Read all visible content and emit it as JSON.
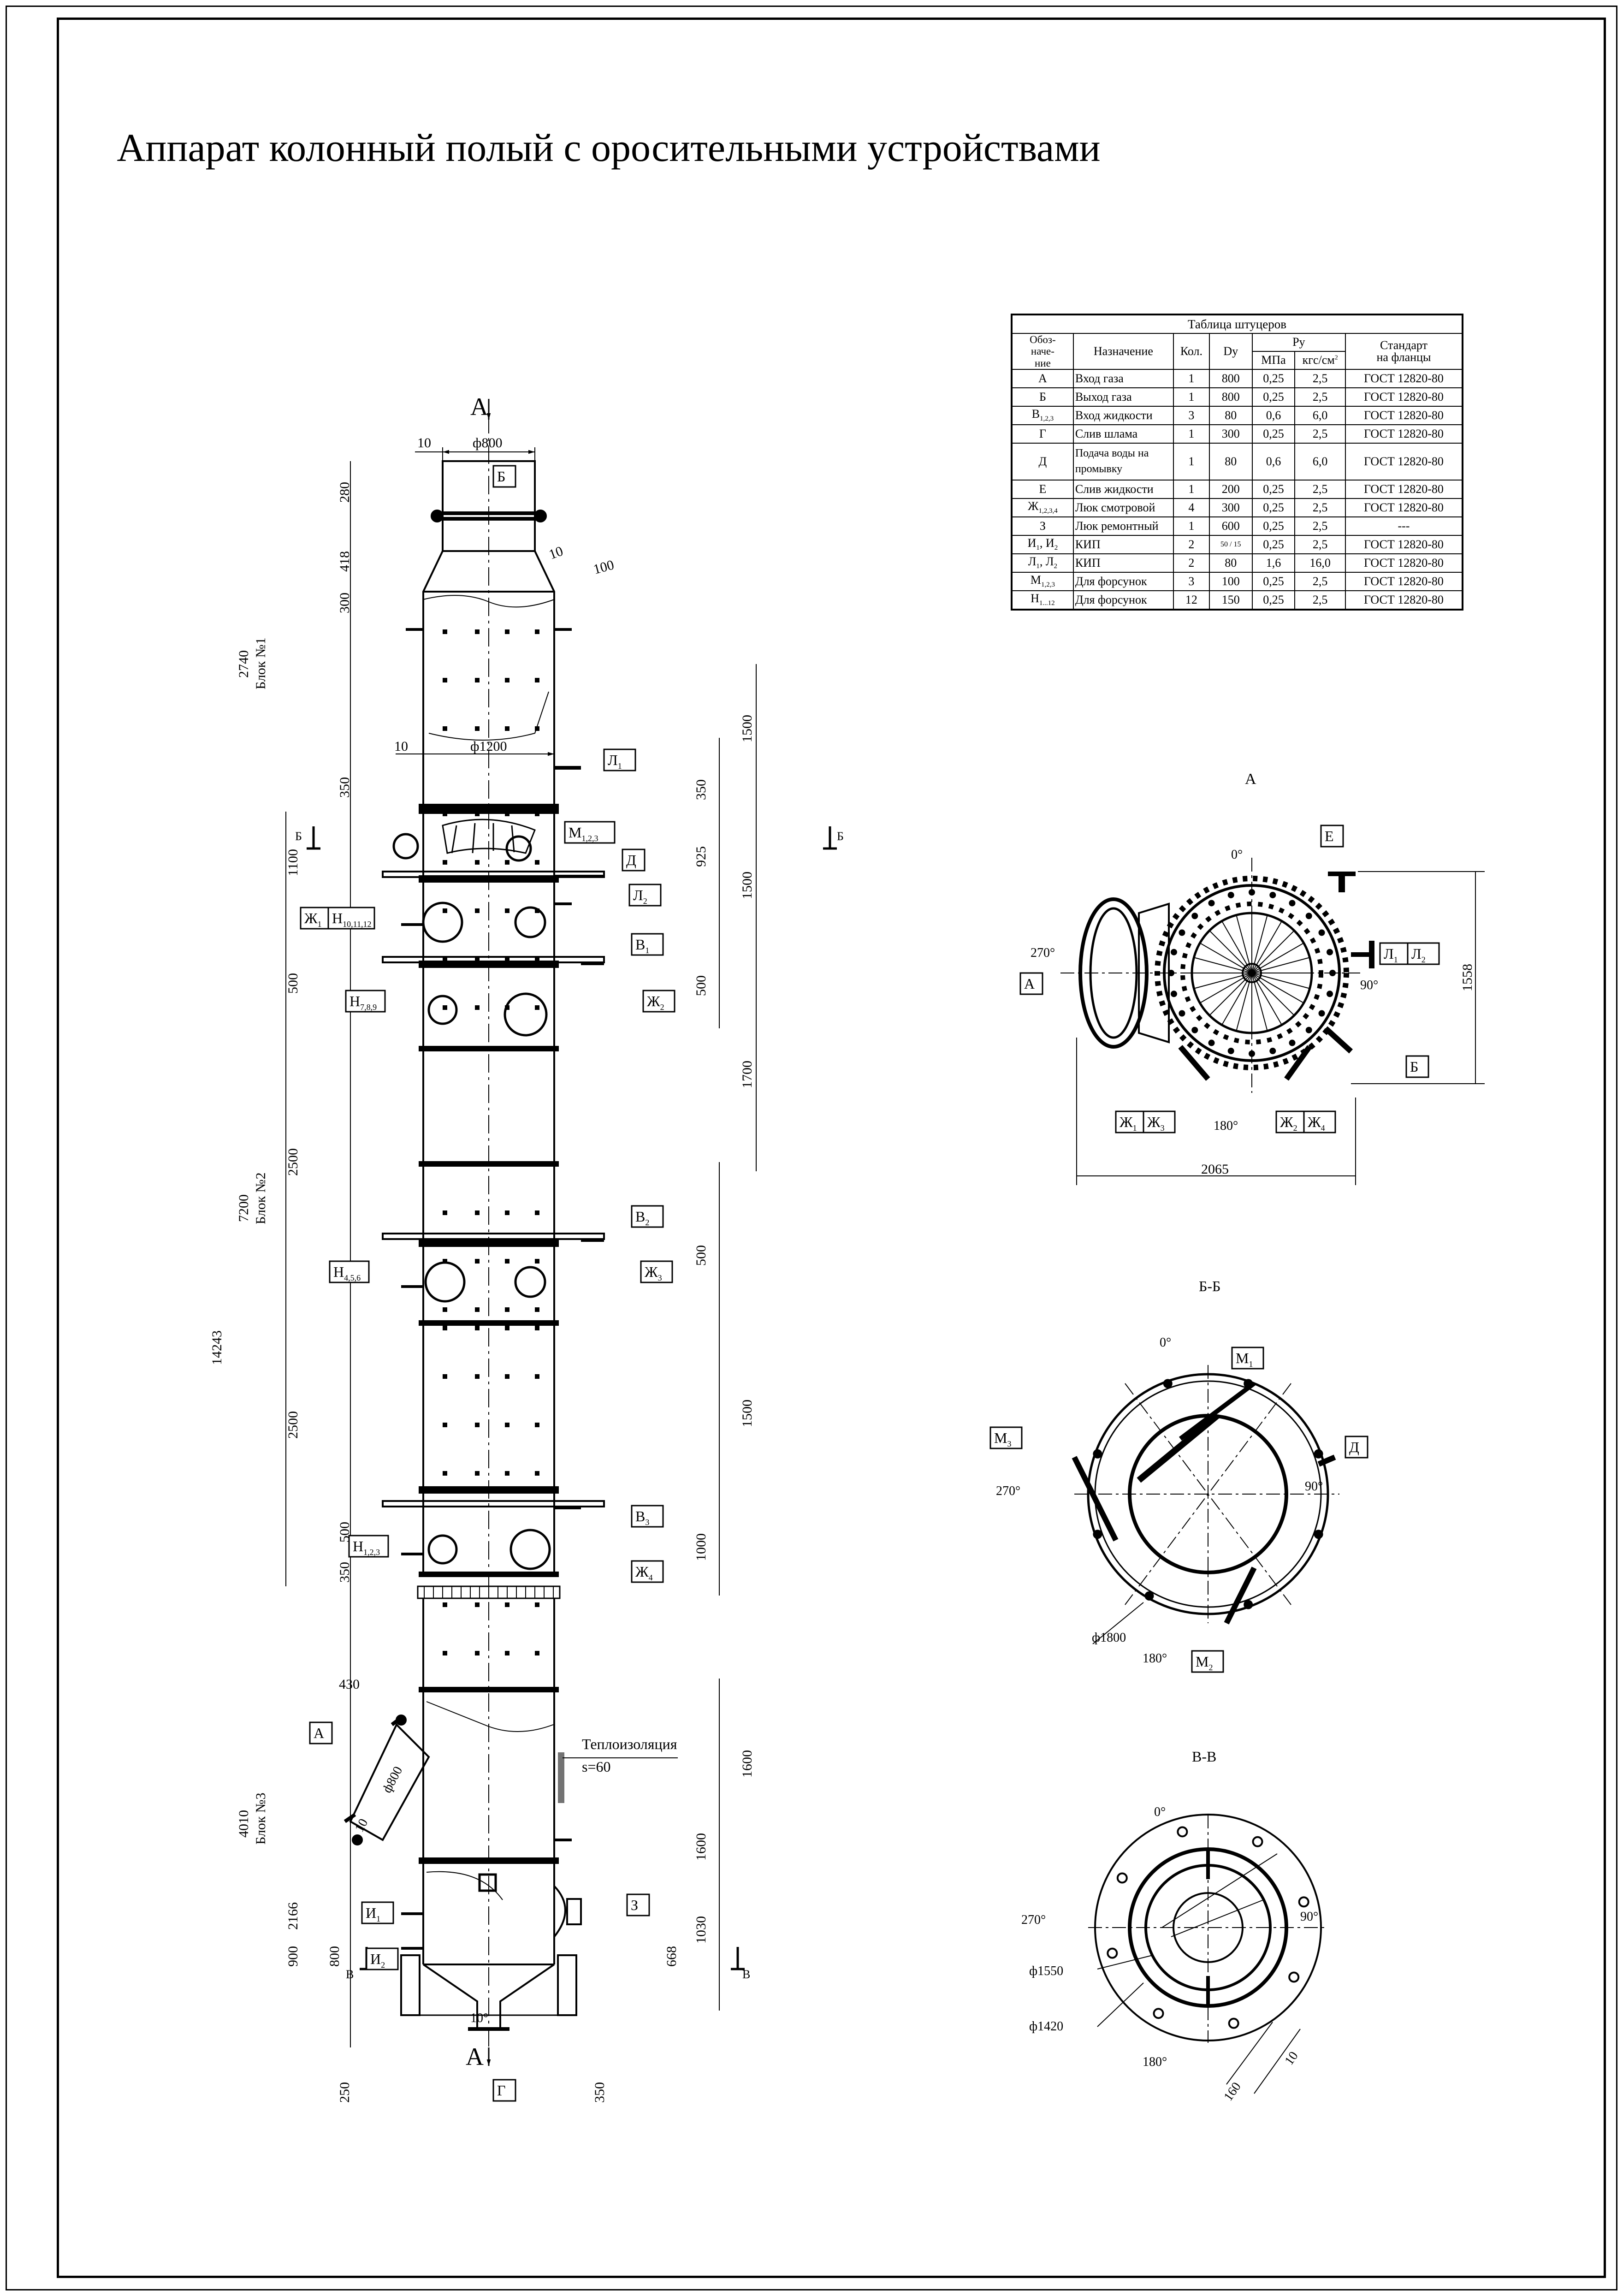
{
  "title": "Аппарат колонный полый с оросительными устройствами",
  "table": {
    "caption": "Таблица штуцеров",
    "headers": {
      "designation_l1": "Обоз-",
      "designation_l2": "наче-",
      "designation_l3": "ние",
      "purpose": "Назначение",
      "qty": "Кол.",
      "dn": "Dy",
      "pressure": "Py",
      "mpa": "МПа",
      "kgf": "кгс/см",
      "std_l1": "Стандарт",
      "std_l2": "на фланцы"
    },
    "rows": [
      {
        "d": "А",
        "sub": "",
        "purpose": "Вход газа",
        "qty": "1",
        "dn": "800",
        "mpa": "0,25",
        "kgf": "2,5",
        "std": "ГОСТ 12820-80"
      },
      {
        "d": "Б",
        "sub": "",
        "purpose": "Выход газа",
        "qty": "1",
        "dn": "800",
        "mpa": "0,25",
        "kgf": "2,5",
        "std": "ГОСТ 12820-80"
      },
      {
        "d": "В",
        "sub": "1,2,3",
        "purpose": "Вход жидкости",
        "qty": "3",
        "dn": "80",
        "mpa": "0,6",
        "kgf": "6,0",
        "std": "ГОСТ 12820-80"
      },
      {
        "d": "Г",
        "sub": "",
        "purpose": "Слив шлама",
        "qty": "1",
        "dn": "300",
        "mpa": "0,25",
        "kgf": "2,5",
        "std": "ГОСТ 12820-80"
      },
      {
        "d": "Д",
        "sub": "",
        "purpose": "Подача воды на промывку",
        "qty": "1",
        "dn": "80",
        "mpa": "0,6",
        "kgf": "6,0",
        "std": "ГОСТ 12820-80"
      },
      {
        "d": "Е",
        "sub": "",
        "purpose": "Слив жидкости",
        "qty": "1",
        "dn": "200",
        "mpa": "0,25",
        "kgf": "2,5",
        "std": "ГОСТ 12820-80"
      },
      {
        "d": "Ж",
        "sub": "1,2,3,4",
        "purpose": "Люк смотровой",
        "qty": "4",
        "dn": "300",
        "mpa": "0,25",
        "kgf": "2,5",
        "std": "ГОСТ 12820-80"
      },
      {
        "d": "З",
        "sub": "",
        "purpose": "Люк ремонтный",
        "qty": "1",
        "dn": "600",
        "mpa": "0,25",
        "kgf": "2,5",
        "std": "---"
      },
      {
        "d": "И",
        "sub": "1",
        "d2": "И",
        "sub2": "2",
        "purpose": "КИП",
        "qty": "2",
        "dn": "50 / 15",
        "mpa": "0,25",
        "kgf": "2,5",
        "std": "ГОСТ 12820-80"
      },
      {
        "d": "Л",
        "sub": "1",
        "d2": "Л",
        "sub2": "2",
        "purpose": "КИП",
        "qty": "2",
        "dn": "80",
        "mpa": "1,6",
        "kgf": "16,0",
        "std": "ГОСТ 12820-80"
      },
      {
        "d": "М",
        "sub": "1,2,3",
        "purpose": "Для форсунок",
        "qty": "3",
        "dn": "100",
        "mpa": "0,25",
        "kgf": "2,5",
        "std": "ГОСТ 12820-80"
      },
      {
        "d": "Н",
        "sub": "1...12",
        "purpose": "Для форсунок",
        "qty": "12",
        "dn": "150",
        "mpa": "0,25",
        "kgf": "2,5",
        "std": "ГОСТ 12820-80"
      }
    ]
  },
  "main": {
    "view_arrow": "А",
    "top_dims": {
      "d10": "10",
      "d800": "ф800"
    },
    "left_dims": [
      "280",
      "418",
      "300",
      "350",
      "1100",
      "500",
      "2500",
      "2500",
      "500",
      "350",
      "2166",
      "900",
      "800",
      "250"
    ],
    "block_dims": [
      "2740",
      "7200",
      "4010",
      "14243"
    ],
    "blocks": [
      "Блок №1",
      "Блок №2",
      "Блок №3"
    ],
    "right_dims": [
      "1500",
      "350",
      "925",
      "1500",
      "500",
      "1700",
      "500",
      "1500",
      "1000",
      "1600",
      "1600",
      "1030",
      "668",
      "350"
    ],
    "misc_dims": {
      "d10a": "10",
      "d100": "100",
      "d10b": "10",
      "d1200": "ф1200",
      "d430": "430",
      "d800b": "ф800",
      "d10c": "10",
      "angle10": "10°"
    },
    "section_marks": {
      "b": "Б",
      "v": "В"
    },
    "tags": {
      "B": "Б",
      "L1": "Л",
      "L1s": "1",
      "M": "М",
      "Ms": "1,2,3",
      "D": "Д",
      "L2": "Л",
      "L2s": "2",
      "J1": "Ж",
      "J1s": "1",
      "H1": "Н",
      "H1s": "10,11,12",
      "V1": "В",
      "V1s": "1",
      "H7": "Н",
      "H7s": "7,8,9",
      "J2": "Ж",
      "J2s": "2",
      "V2": "В",
      "V2s": "2",
      "H4": "Н",
      "H4s": "4,5,6",
      "J3": "Ж",
      "J3s": "3",
      "V3": "В",
      "V3s": "3",
      "H123": "Н",
      "H123s": "1,2,3",
      "J4": "Ж",
      "J4s": "4",
      "A": "А",
      "I1": "И",
      "I1s": "1",
      "I2": "И",
      "I2s": "2",
      "Z": "З",
      "G": "Г"
    },
    "insulation": {
      "l1": "Теплоизоляция",
      "l2": "s=60"
    }
  },
  "viewA": {
    "title": "А",
    "angles": {
      "a0": "0°",
      "a90": "90°",
      "a180": "180°",
      "a270": "270°"
    },
    "dims": {
      "width": "2065",
      "height": "1558"
    },
    "tags": {
      "E": "Е",
      "A": "А",
      "B": "Б",
      "L1": "Л",
      "L1s": "1",
      "L2": "Л",
      "L2s": "2",
      "J1": "Ж",
      "J1s": "1",
      "J3": "Ж",
      "J3s": "3",
      "J2": "Ж",
      "J2s": "2",
      "J4": "Ж",
      "J4s": "4"
    }
  },
  "viewBB": {
    "title": "Б-Б",
    "angles": {
      "a0": "0°",
      "a90": "90°",
      "a180": "180°",
      "a270": "270°"
    },
    "dia": "ф1800",
    "tags": {
      "M1": "М",
      "M1s": "1",
      "M3": "М",
      "M3s": "3",
      "M2": "М",
      "M2s": "2",
      "D": "Д"
    }
  },
  "viewVV": {
    "title": "В-В",
    "angles": {
      "a0": "0°",
      "a90": "90°",
      "a180": "180°",
      "a270": "270°"
    },
    "dims": {
      "d1550": "ф1550",
      "d1420": "ф1420",
      "d160": "160",
      "d10": "10"
    }
  }
}
